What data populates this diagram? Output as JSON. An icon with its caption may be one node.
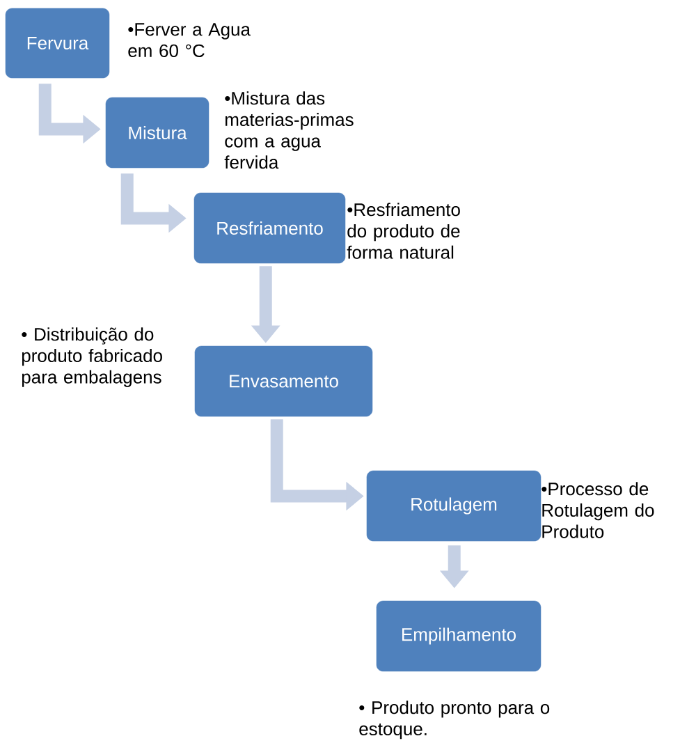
{
  "diagram": {
    "nodes": [
      {
        "text": [
          "Fervura"
        ],
        "beside": [
          "•Ferver a Agua em 60 °C"
        ]
      },
      {
        "text": [
          "Mistura"
        ],
        "beside": [
          "•Mistura das materias-primas com a agua fervida"
        ]
      },
      {
        "text": [
          "Resfriamento"
        ],
        "beside": [
          "•Resfriamento do produto de forma natural"
        ]
      },
      {
        "text": [
          "Envasamento"
        ],
        "beside": [
          "•  Distribuição do produto fabricado para embalagens"
        ]
      },
      {
        "text": [
          "Rotulagem"
        ],
        "beside": [
          "•Processo de Rotulagem do Produto"
        ]
      },
      {
        "text": [
          "Empilhamento"
        ],
        "beside": [
          "•  Produto pronto para o estoque."
        ]
      }
    ],
    "edges": [
      {
        "from": 0,
        "to": 1,
        "arrow": "to"
      },
      {
        "from": 1,
        "to": 2,
        "arrow": "to"
      },
      {
        "from": 2,
        "to": 3,
        "arrow": "to"
      },
      {
        "from": 3,
        "to": 4,
        "arrow": "to"
      },
      {
        "from": 4,
        "to": 5,
        "arrow": "to"
      }
    ]
  }
}
